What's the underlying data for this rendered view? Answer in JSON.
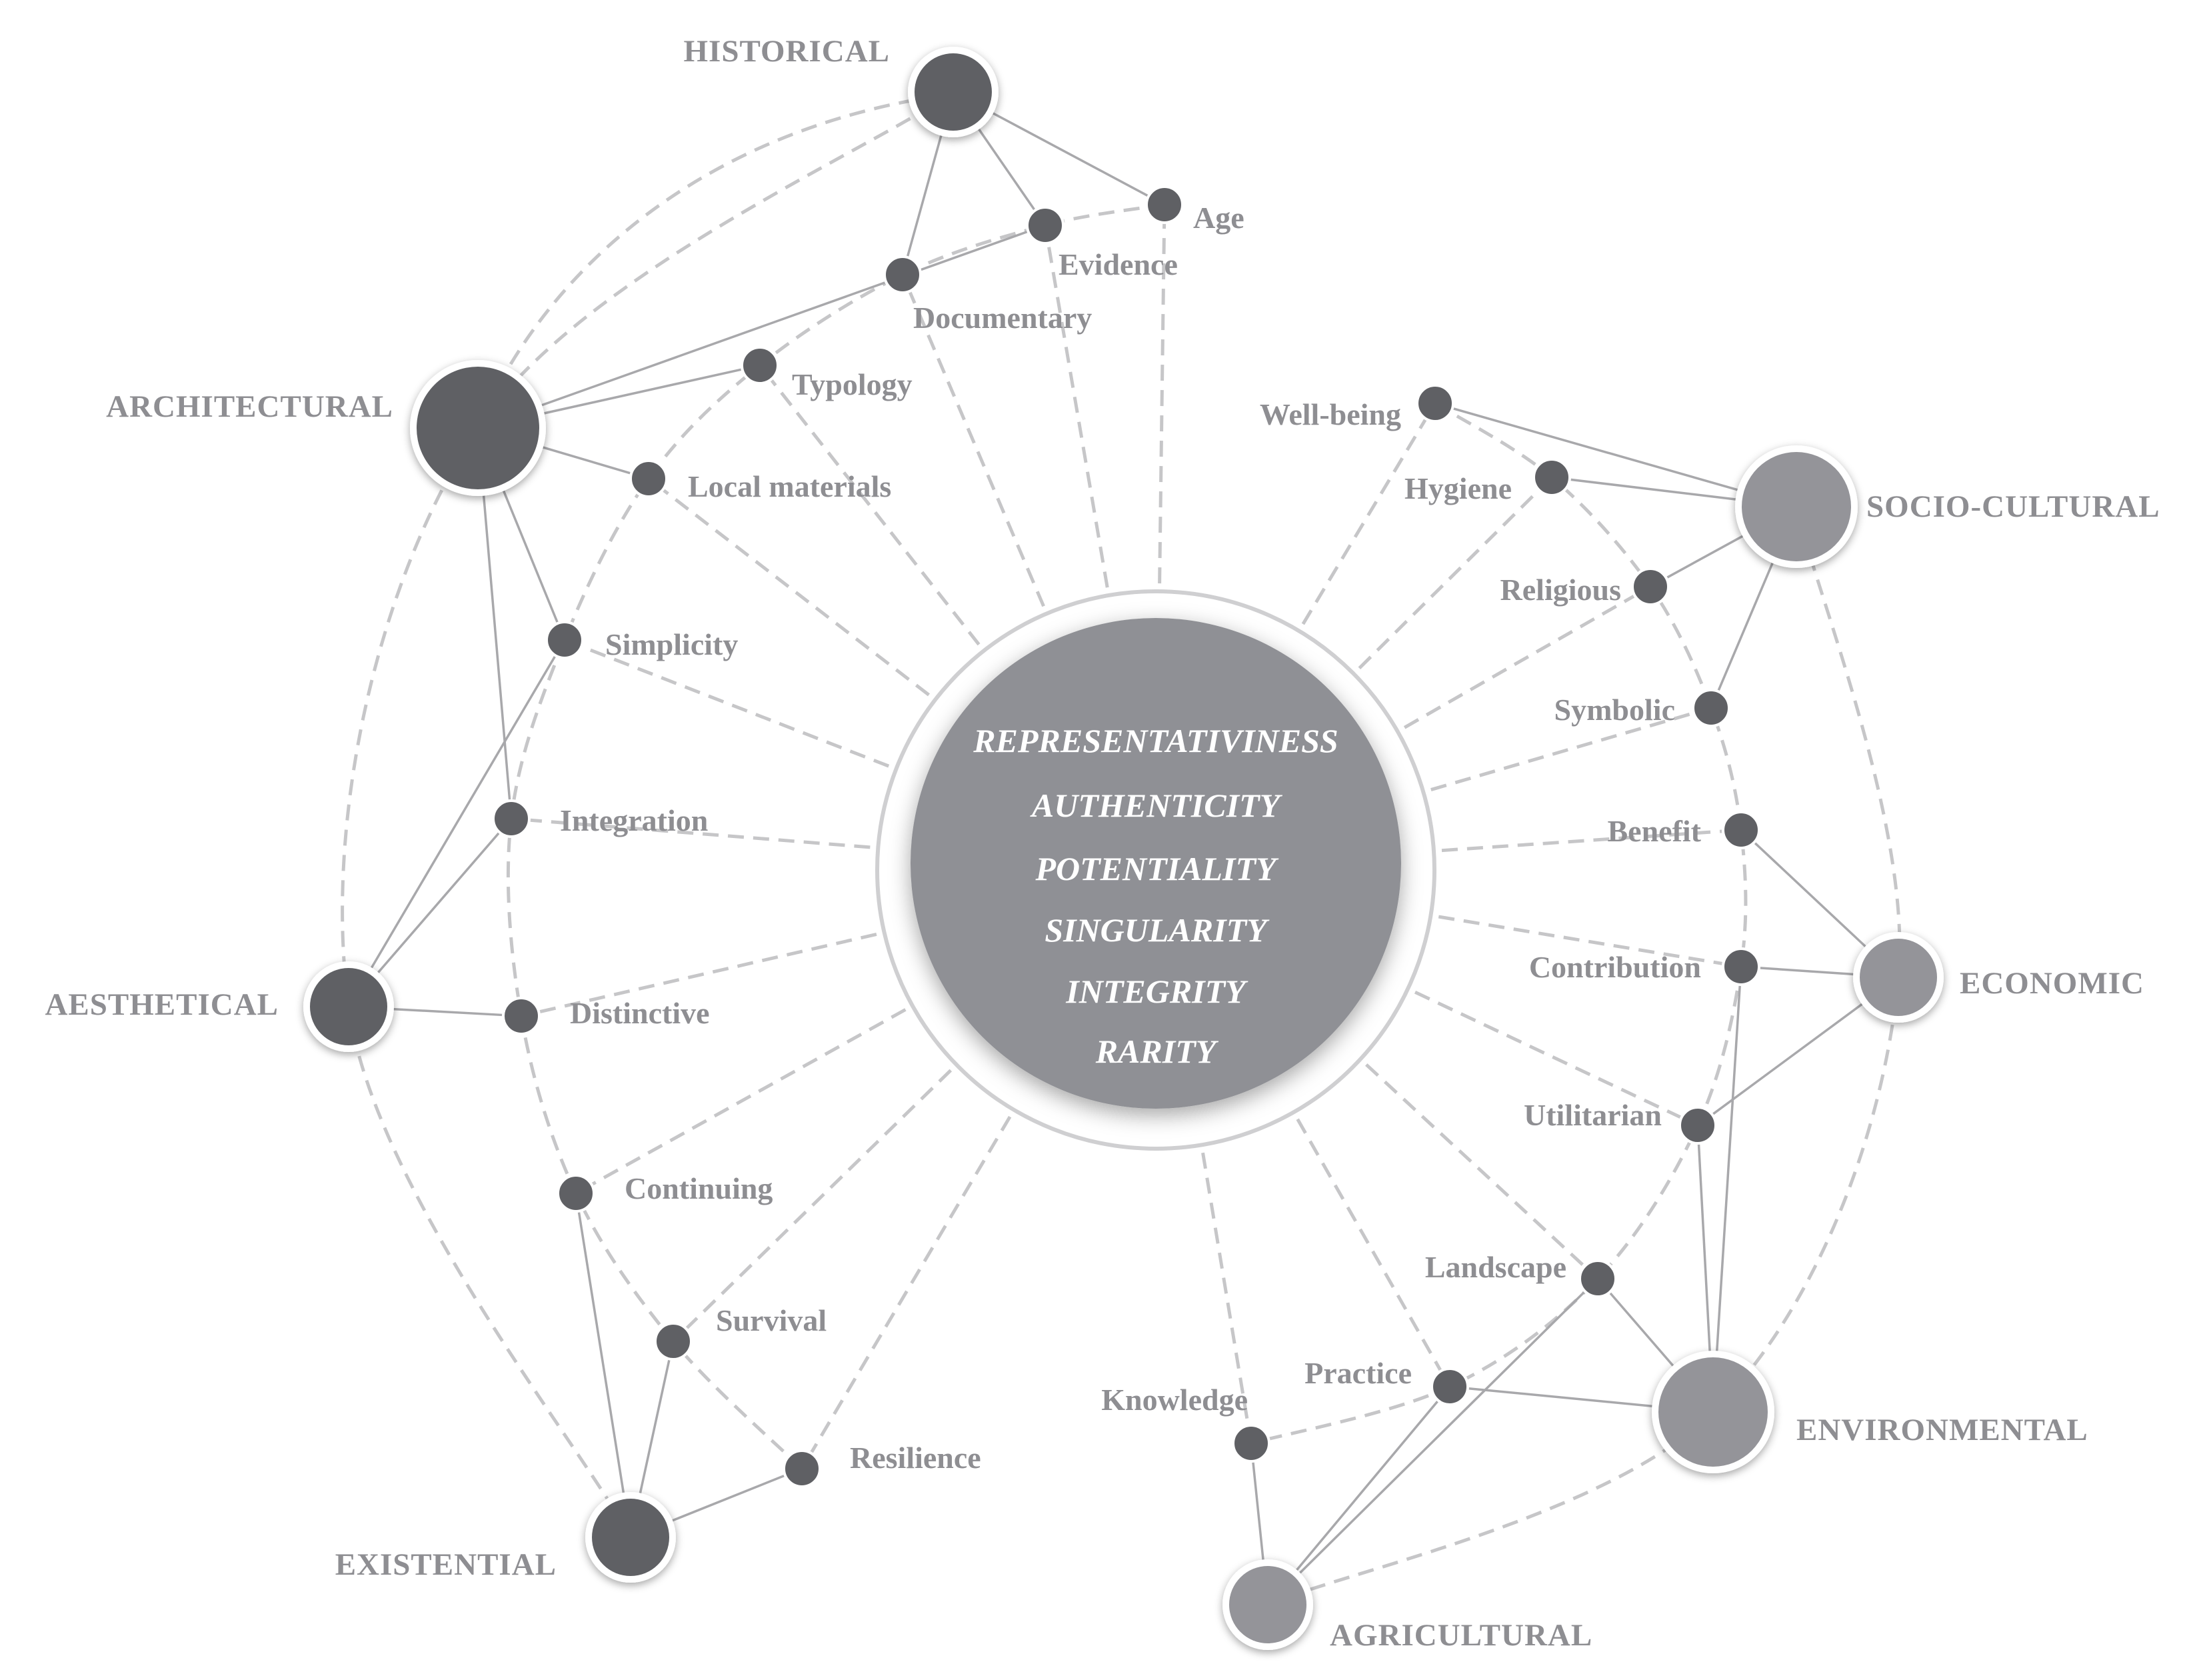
{
  "center": {
    "lines": [
      "REPRESENTATIVINESS",
      "AUTHENTICITY",
      "POTENTIALITY",
      "SINGULARITY",
      "INTEGRITY",
      "RARITY"
    ]
  },
  "categories": [
    {
      "id": "historical",
      "label": "HISTORICAL",
      "shade": "dark"
    },
    {
      "id": "architectural",
      "label": "ARCHITECTURAL",
      "shade": "dark"
    },
    {
      "id": "aesthetical",
      "label": "AESTHETICAL",
      "shade": "dark"
    },
    {
      "id": "existential",
      "label": "EXISTENTIAL",
      "shade": "dark"
    },
    {
      "id": "socio-cultural",
      "label": "SOCIO-CULTURAL",
      "shade": "light"
    },
    {
      "id": "economic",
      "label": "ECONOMIC",
      "shade": "light"
    },
    {
      "id": "environmental",
      "label": "ENVIRONMENTAL",
      "shade": "light"
    },
    {
      "id": "agricultural",
      "label": "AGRICULTURAL",
      "shade": "light"
    }
  ],
  "criteria": [
    {
      "id": "age",
      "label": "Age"
    },
    {
      "id": "evidence",
      "label": "Evidence"
    },
    {
      "id": "documentary",
      "label": "Documentary"
    },
    {
      "id": "typology",
      "label": "Typology"
    },
    {
      "id": "local-materials",
      "label": "Local materials"
    },
    {
      "id": "simplicity",
      "label": "Simplicity"
    },
    {
      "id": "integration",
      "label": "Integration"
    },
    {
      "id": "distinctive",
      "label": "Distinctive"
    },
    {
      "id": "continuing",
      "label": "Continuing"
    },
    {
      "id": "survival",
      "label": "Survival"
    },
    {
      "id": "resilience",
      "label": "Resilience"
    },
    {
      "id": "well-being",
      "label": "Well-being"
    },
    {
      "id": "hygiene",
      "label": "Hygiene"
    },
    {
      "id": "religious",
      "label": "Religious"
    },
    {
      "id": "symbolic",
      "label": "Symbolic"
    },
    {
      "id": "benefit",
      "label": "Benefit"
    },
    {
      "id": "contribution",
      "label": "Contribution"
    },
    {
      "id": "utilitarian",
      "label": "Utilitarian"
    },
    {
      "id": "landscape",
      "label": "Landscape"
    },
    {
      "id": "practice",
      "label": "Practice"
    },
    {
      "id": "knowledge",
      "label": "Knowledge"
    }
  ],
  "links": [
    [
      "historical",
      "age"
    ],
    [
      "historical",
      "evidence"
    ],
    [
      "historical",
      "documentary"
    ],
    [
      "architectural",
      "typology"
    ],
    [
      "architectural",
      "local-materials"
    ],
    [
      "architectural",
      "simplicity"
    ],
    [
      "architectural",
      "integration"
    ],
    [
      "architectural",
      "evidence"
    ],
    [
      "aesthetical",
      "simplicity"
    ],
    [
      "aesthetical",
      "integration"
    ],
    [
      "aesthetical",
      "distinctive"
    ],
    [
      "existential",
      "continuing"
    ],
    [
      "existential",
      "survival"
    ],
    [
      "existential",
      "resilience"
    ],
    [
      "socio-cultural",
      "well-being"
    ],
    [
      "socio-cultural",
      "hygiene"
    ],
    [
      "socio-cultural",
      "religious"
    ],
    [
      "socio-cultural",
      "symbolic"
    ],
    [
      "economic",
      "benefit"
    ],
    [
      "economic",
      "contribution"
    ],
    [
      "economic",
      "utilitarian"
    ],
    [
      "environmental",
      "contribution"
    ],
    [
      "environmental",
      "utilitarian"
    ],
    [
      "environmental",
      "landscape"
    ],
    [
      "environmental",
      "practice"
    ],
    [
      "agricultural",
      "knowledge"
    ],
    [
      "agricultural",
      "practice"
    ],
    [
      "agricultural",
      "landscape"
    ]
  ],
  "colors": {
    "dark_node": "#5f6064",
    "light_node": "#949499",
    "center_fill": "#8f9095",
    "label": "#8e8e92",
    "solid_line": "#a8a8ab",
    "dashed_line": "#c6c6c8"
  }
}
